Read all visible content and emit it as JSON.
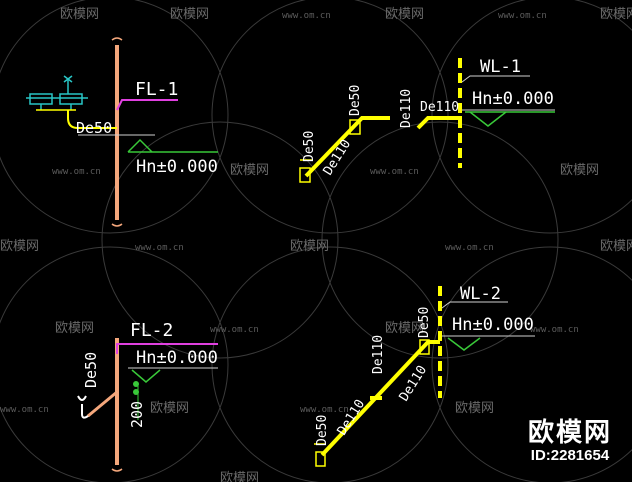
{
  "watermark": {
    "brand": "欧模网",
    "url": "www.om.cn"
  },
  "branding": {
    "logo": "欧模网",
    "id_label": "ID:2281654"
  },
  "diagrams": {
    "fl1": {
      "riser": "FL-1",
      "pipe": "De50",
      "level": "Hn±0.000"
    },
    "wl1": {
      "riser": "WL-1",
      "pipe_small_a": "De50",
      "pipe_small_b": "De50",
      "pipe_large_a": "De110",
      "pipe_large_b": "De110",
      "pipe_large_c": "De110",
      "level": "Hn±0.000"
    },
    "fl2": {
      "riser": "FL-2",
      "pipe": "De50",
      "level": "Hn±0.000",
      "dim": "200"
    },
    "wl2": {
      "riser": "WL-2",
      "pipe_small_a": "De50",
      "pipe_small_b": "De50",
      "pipe_large_a": "De110",
      "pipe_large_b": "De110",
      "pipe_large_c": "De110",
      "level": "Hn±0.000"
    }
  },
  "colors": {
    "background": "#000000",
    "riser_orange": "#f4a77c",
    "pipe_yellow": "#ffff00",
    "magenta": "#e040e0",
    "green": "#39c839",
    "white": "#ffffff",
    "cyan": "#29c6c6"
  }
}
